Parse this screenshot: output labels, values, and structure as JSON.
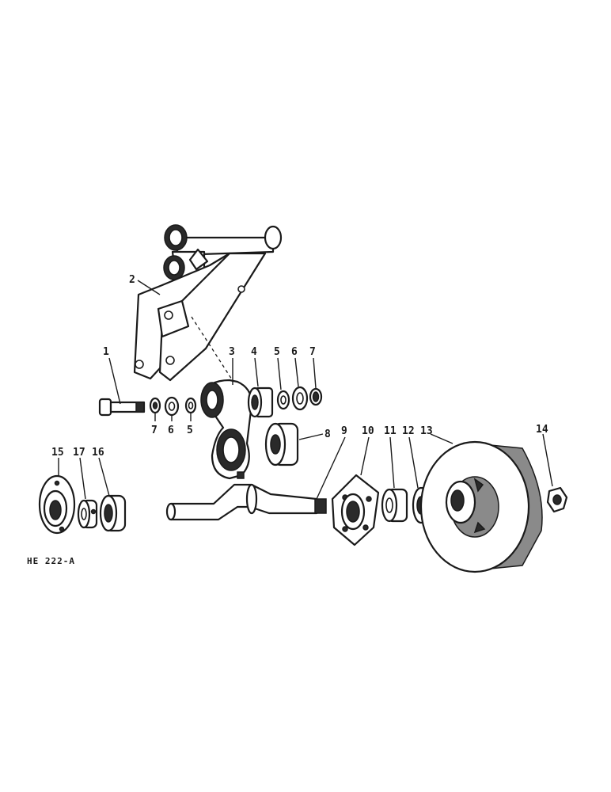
{
  "callouts": {
    "c1": "1",
    "c2": "2",
    "c3": "3",
    "c4": "4",
    "c5a": "5",
    "c6a": "6",
    "c7a": "7",
    "c7b": "7",
    "c6b": "6",
    "c5b": "5",
    "c8": "8",
    "c9": "9",
    "c10": "10",
    "c11": "11",
    "c12": "12",
    "c13": "13",
    "c14": "14",
    "c15": "15",
    "c16": "16",
    "c17": "17"
  },
  "reference_code": "HE 222-A"
}
